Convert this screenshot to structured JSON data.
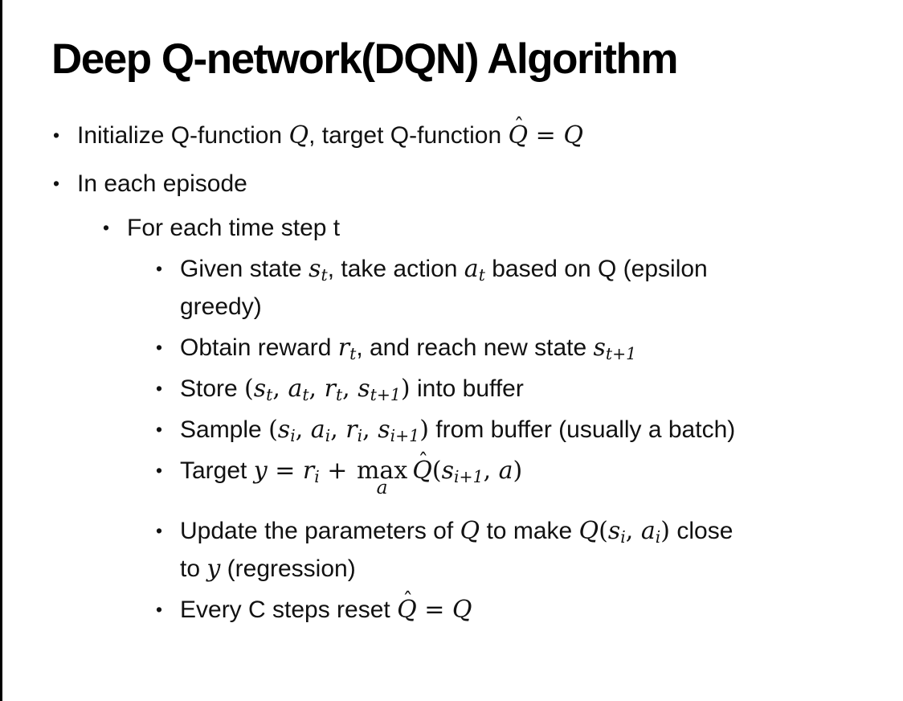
{
  "slide": {
    "title": "Deep Q-network(DQN) Algorithm",
    "bullet_glyph": "•",
    "colors": {
      "background": "#ffffff",
      "text": "#111111",
      "title_text": "#000000",
      "left_edge_line": "#000000"
    },
    "bullets": [
      {
        "level": 1,
        "runs": [
          {
            "type": "t",
            "text": "Initialize Q-function "
          },
          {
            "type": "m",
            "text": "Q"
          },
          {
            "type": "t",
            "text": ", target Q-function "
          },
          {
            "type": "hat",
            "base": "Q",
            "mark": "ˆ"
          },
          {
            "type": "o",
            "text": " = "
          },
          {
            "type": "m",
            "text": "Q"
          }
        ]
      },
      {
        "level": 1,
        "runs": [
          {
            "type": "t",
            "text": "In each episode"
          }
        ]
      },
      {
        "level": 2,
        "runs": [
          {
            "type": "t",
            "text": "For each time step t"
          }
        ]
      },
      {
        "level": 3,
        "runs": [
          {
            "type": "t",
            "text": "Given state "
          },
          {
            "type": "msub",
            "base": "s",
            "sub": "t"
          },
          {
            "type": "t",
            "text": ", take action "
          },
          {
            "type": "msub",
            "base": "a",
            "sub": "t"
          },
          {
            "type": "t",
            "text": " based on Q (epsilon"
          },
          {
            "type": "br"
          },
          {
            "type": "t",
            "text": "greedy)"
          }
        ]
      },
      {
        "level": 3,
        "runs": [
          {
            "type": "t",
            "text": "Obtain reward "
          },
          {
            "type": "msub",
            "base": "r",
            "sub": "t"
          },
          {
            "type": "t",
            "text": ", and reach new state "
          },
          {
            "type": "msub",
            "base": "s",
            "sub": "t+1"
          }
        ]
      },
      {
        "level": 3,
        "runs": [
          {
            "type": "t",
            "text": "Store "
          },
          {
            "type": "o",
            "text": "("
          },
          {
            "type": "msub",
            "base": "s",
            "sub": "t"
          },
          {
            "type": "o",
            "text": ", "
          },
          {
            "type": "msub",
            "base": "a",
            "sub": "t"
          },
          {
            "type": "o",
            "text": ", "
          },
          {
            "type": "msub",
            "base": "r",
            "sub": "t"
          },
          {
            "type": "o",
            "text": ", "
          },
          {
            "type": "msub",
            "base": "s",
            "sub": "t+1"
          },
          {
            "type": "o",
            "text": ")"
          },
          {
            "type": "t",
            "text": " into buffer"
          }
        ]
      },
      {
        "level": 3,
        "runs": [
          {
            "type": "t",
            "text": "Sample "
          },
          {
            "type": "o",
            "text": "("
          },
          {
            "type": "msub",
            "base": "s",
            "sub": "i"
          },
          {
            "type": "o",
            "text": ", "
          },
          {
            "type": "msub",
            "base": "a",
            "sub": "i"
          },
          {
            "type": "o",
            "text": ", "
          },
          {
            "type": "msub",
            "base": "r",
            "sub": "i"
          },
          {
            "type": "o",
            "text": ", "
          },
          {
            "type": "msub",
            "base": "s",
            "sub": "i+1"
          },
          {
            "type": "o",
            "text": ")"
          },
          {
            "type": "t",
            "text": " from buffer (usually a batch)"
          }
        ]
      },
      {
        "level": 3,
        "runs": [
          {
            "type": "t",
            "text": "Target "
          },
          {
            "type": "m",
            "text": "y"
          },
          {
            "type": "o",
            "text": " = "
          },
          {
            "type": "msub",
            "base": "r",
            "sub": "i"
          },
          {
            "type": "o",
            "text": " + "
          },
          {
            "type": "maxu",
            "word": "max",
            "under": "a"
          },
          {
            "type": "hat",
            "base": "Q",
            "mark": "ˆ"
          },
          {
            "type": "o",
            "text": "("
          },
          {
            "type": "msub",
            "base": "s",
            "sub": "i+1"
          },
          {
            "type": "o",
            "text": ", "
          },
          {
            "type": "m",
            "text": "a"
          },
          {
            "type": "o",
            "text": ")"
          }
        ]
      },
      {
        "level": 3,
        "runs": [
          {
            "type": "t",
            "text": "Update the parameters of "
          },
          {
            "type": "m",
            "text": "Q"
          },
          {
            "type": "t",
            "text": " to make "
          },
          {
            "type": "m",
            "text": "Q"
          },
          {
            "type": "o",
            "text": "("
          },
          {
            "type": "msub",
            "base": "s",
            "sub": "i"
          },
          {
            "type": "o",
            "text": ", "
          },
          {
            "type": "msub",
            "base": "a",
            "sub": "i"
          },
          {
            "type": "o",
            "text": ")"
          },
          {
            "type": "t",
            "text": " close"
          },
          {
            "type": "br"
          },
          {
            "type": "t",
            "text": "to "
          },
          {
            "type": "m",
            "text": "y"
          },
          {
            "type": "t",
            "text": " (regression)"
          }
        ]
      },
      {
        "level": 3,
        "runs": [
          {
            "type": "t",
            "text": "Every C steps reset "
          },
          {
            "type": "hat",
            "base": "Q",
            "mark": "ˆ"
          },
          {
            "type": "o",
            "text": " = "
          },
          {
            "type": "m",
            "text": "Q"
          }
        ]
      }
    ]
  }
}
